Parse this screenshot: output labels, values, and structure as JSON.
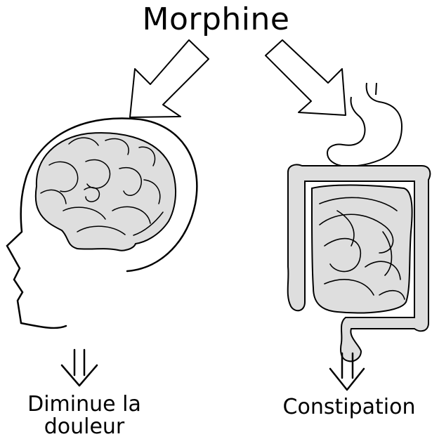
{
  "title": "Morphine",
  "effects": [
    {
      "organ": "brain",
      "label_line1": "Diminue la",
      "label_line2": "douleur"
    },
    {
      "organ": "intestines",
      "label": "Constipation"
    }
  ],
  "colors": {
    "fill": "#dedede",
    "stroke": "#000000",
    "background": "#ffffff"
  }
}
